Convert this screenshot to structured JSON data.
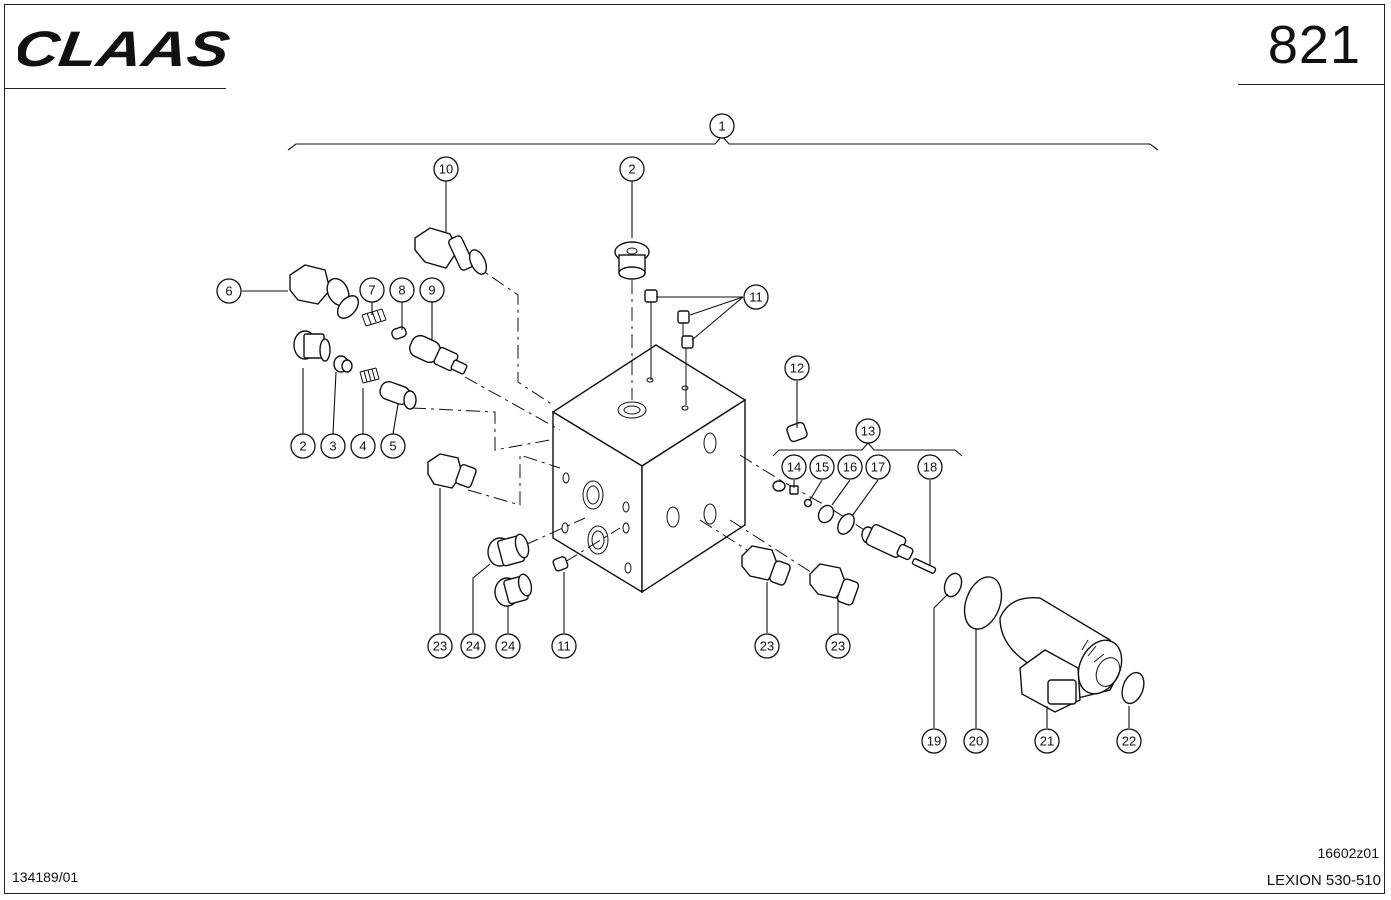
{
  "header": {
    "brand": "CLAAS",
    "page_number": "821"
  },
  "footer": {
    "document_id": "134189/01",
    "drawing_id": "16602z01",
    "model": "LEXION 530-510"
  },
  "diagram": {
    "callouts": [
      {
        "id": "callout-1",
        "label": "1"
      },
      {
        "id": "callout-2-top",
        "label": "2"
      },
      {
        "id": "callout-10",
        "label": "10"
      },
      {
        "id": "callout-6",
        "label": "6"
      },
      {
        "id": "callout-7",
        "label": "7"
      },
      {
        "id": "callout-8",
        "label": "8"
      },
      {
        "id": "callout-9",
        "label": "9"
      },
      {
        "id": "callout-11-top",
        "label": "11"
      },
      {
        "id": "callout-12",
        "label": "12"
      },
      {
        "id": "callout-13",
        "label": "13"
      },
      {
        "id": "callout-14",
        "label": "14"
      },
      {
        "id": "callout-15",
        "label": "15"
      },
      {
        "id": "callout-16",
        "label": "16"
      },
      {
        "id": "callout-17",
        "label": "17"
      },
      {
        "id": "callout-18",
        "label": "18"
      },
      {
        "id": "callout-2-left",
        "label": "2"
      },
      {
        "id": "callout-3",
        "label": "3"
      },
      {
        "id": "callout-4",
        "label": "4"
      },
      {
        "id": "callout-5",
        "label": "5"
      },
      {
        "id": "callout-23-left",
        "label": "23"
      },
      {
        "id": "callout-24-a",
        "label": "24"
      },
      {
        "id": "callout-24-b",
        "label": "24"
      },
      {
        "id": "callout-11-bottom",
        "label": "11"
      },
      {
        "id": "callout-23-mid",
        "label": "23"
      },
      {
        "id": "callout-23-right",
        "label": "23"
      },
      {
        "id": "callout-19",
        "label": "19"
      },
      {
        "id": "callout-20",
        "label": "20"
      },
      {
        "id": "callout-21",
        "label": "21"
      },
      {
        "id": "callout-22",
        "label": "22"
      }
    ]
  }
}
